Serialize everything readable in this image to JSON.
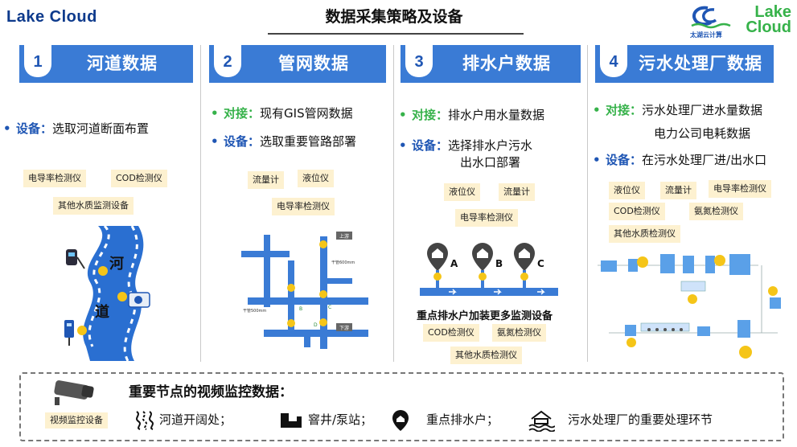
{
  "header": {
    "brand_left": "Lake  Cloud",
    "title": "数据采集策略及设备",
    "brand_right_line1": "Lake",
    "brand_right_line2": "Cloud",
    "brand_right_cn": "太湖云计算"
  },
  "columns": [
    {
      "number": "1",
      "label": "河道数据",
      "bullets": [
        {
          "keyword": "设备：",
          "text": "选取河道断面布置",
          "style": "blue"
        }
      ],
      "tags": [
        "电导率检测仪",
        "COD检测仪",
        "其他水质监测设备"
      ],
      "river_chars": [
        "河",
        "道"
      ]
    },
    {
      "number": "2",
      "label": "管网数据",
      "bullets": [
        {
          "keyword": "对接：",
          "text": "现有GIS管网数据",
          "style": "green"
        },
        {
          "keyword": "设备：",
          "text": "选取重要管路部署",
          "style": "blue"
        }
      ],
      "tags": [
        "流量计",
        "液位仪",
        "电导率检测仪"
      ],
      "pipe_labels": {
        "up": "上游",
        "down": "下游",
        "pipe1": "干管600mm",
        "pipe2": "干管500mm",
        "nodes": [
          "A",
          "B",
          "C",
          "D"
        ]
      }
    },
    {
      "number": "3",
      "label": "排水户数据",
      "bullets": [
        {
          "keyword": "对接：",
          "text": "排水户用水量数据",
          "style": "green"
        },
        {
          "keyword": "设备：",
          "text": "选择排水户污水",
          "text2": "出水口部署",
          "style": "blue"
        }
      ],
      "tags": [
        "液位仪",
        "流量计",
        "电导率检测仪"
      ],
      "markers": [
        "A",
        "B",
        "C"
      ],
      "subheading": "重点排水户加装更多监测设备",
      "tags2": [
        "COD检测仪",
        "氨氮检测仪",
        "其他水质检测仪"
      ]
    },
    {
      "number": "4",
      "label": "污水处理厂数据",
      "bullets": [
        {
          "keyword": "对接：",
          "text": "污水处理厂进水量数据",
          "text2": "电力公司电耗数据",
          "style": "green"
        },
        {
          "keyword": "设备：",
          "text": "在污水处理厂进/出水口",
          "style": "blue"
        }
      ],
      "tags": [
        "液位仪",
        "流量计",
        "电导率检测仪",
        "COD检测仪",
        "氨氮检测仪",
        "其他水质检测仪"
      ]
    }
  ],
  "bottom": {
    "camera_label": "视频监控设备",
    "title": "重要节点的视频监控数据：",
    "items": [
      {
        "icon": "river-icon",
        "text": "河道开阔处；"
      },
      {
        "icon": "pump-station-icon",
        "text": "窨井/泵站；"
      },
      {
        "icon": "location-pin-icon",
        "text": "重点排水户；"
      },
      {
        "icon": "water-plant-icon",
        "text": "污水处理厂的重要处理环节"
      }
    ]
  },
  "colors": {
    "header_blue": "#3a7bd5",
    "dark_blue": "#1f56b4",
    "green": "#36b24a",
    "tag_bg": "#fdf1d0",
    "sensor_yellow": "#f5c518"
  }
}
